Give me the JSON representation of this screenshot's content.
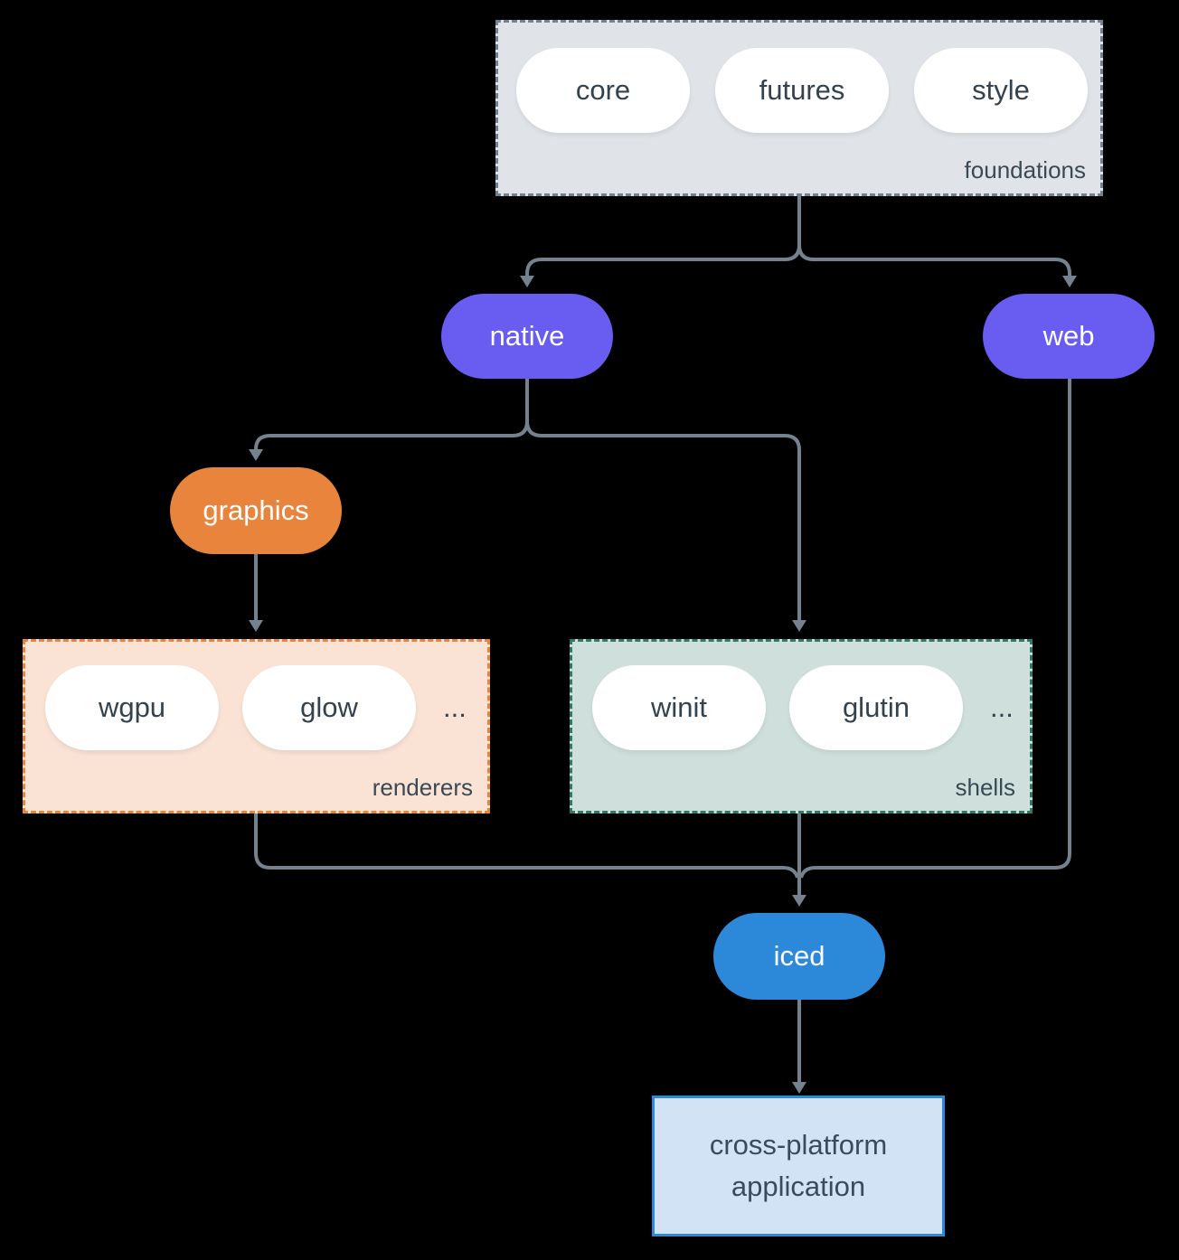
{
  "colors": {
    "background": "#000000",
    "connector": "#74828f",
    "purple_node": "#695cf0",
    "orange_node": "#e8843c",
    "blue_node": "#2c88d9",
    "foundations_fill": "#e0e4e8",
    "foundations_border": "#74828f",
    "renderers_fill": "#fae3d5",
    "renderers_border": "#e8843c",
    "shells_fill": "#cfe0dc",
    "shells_border": "#2f7a66",
    "application_fill": "#d2e3f5",
    "application_border": "#2c88d9",
    "dark_text": "#33424e"
  },
  "foundations": {
    "label": "foundations",
    "items": [
      "core",
      "futures",
      "style"
    ]
  },
  "native": {
    "label": "native"
  },
  "web": {
    "label": "web"
  },
  "graphics": {
    "label": "graphics"
  },
  "renderers": {
    "label": "renderers",
    "items": [
      "wgpu",
      "glow"
    ],
    "more": "..."
  },
  "shells": {
    "label": "shells",
    "items": [
      "winit",
      "glutin"
    ],
    "more": "..."
  },
  "iced": {
    "label": "iced"
  },
  "application": {
    "label": "cross-platform application"
  }
}
